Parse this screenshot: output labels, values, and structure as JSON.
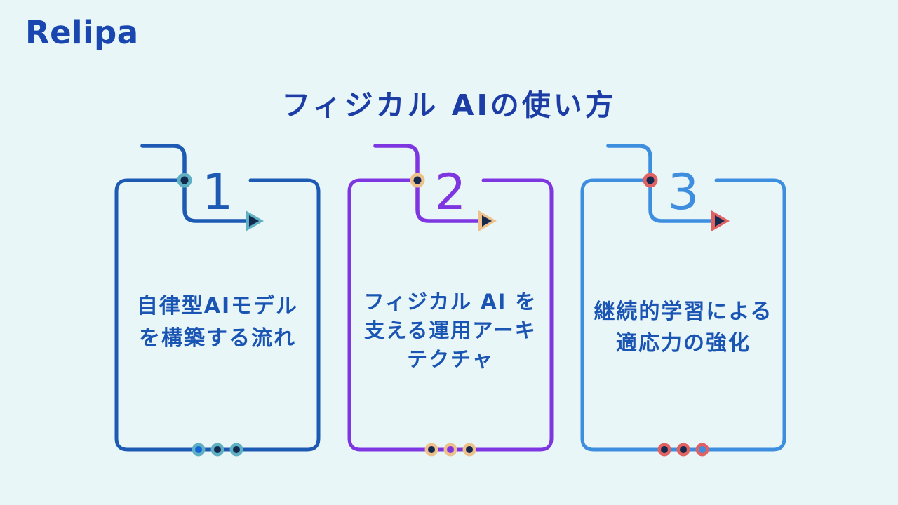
{
  "page": {
    "background": "#e9f6f8"
  },
  "logo": {
    "text": "Relipa",
    "color": "#1a46b0"
  },
  "title": {
    "text": "フィジカル AIの使い方",
    "color": "#1c3da6"
  },
  "palette": {
    "navy": "#13294e",
    "text_blue": "#1a55b4",
    "background": "#e9f6f8"
  },
  "cards": [
    {
      "number": "1",
      "accent": "#1d5ab4",
      "ring": "#5fb0c2",
      "lines": [
        "自律型AIモデル",
        "を構築する流れ"
      ],
      "dot_centers": [
        "#1565d8",
        "#13294e",
        "#13294e"
      ]
    },
    {
      "number": "2",
      "accent": "#7e36e0",
      "ring": "#eec08c",
      "lines": [
        "フィジカル AI を",
        "支える運用アーキ",
        "テクチャ"
      ],
      "dot_centers": [
        "#13294e",
        "#7e36e0",
        "#13294e"
      ]
    },
    {
      "number": "3",
      "accent": "#3e8ee0",
      "ring": "#e06262",
      "lines": [
        "継続的学習による",
        "適応力の強化"
      ],
      "dot_centers": [
        "#13294e",
        "#13294e",
        "#3e8ee0"
      ]
    }
  ]
}
